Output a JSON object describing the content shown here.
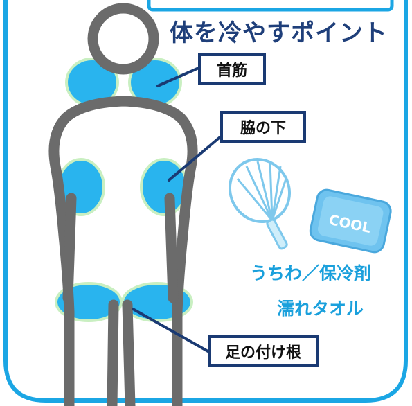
{
  "title": "体を冷やすポイント",
  "labels": {
    "neck": "首筋",
    "armpit": "脇の下",
    "groin": "足の付け根"
  },
  "tools": {
    "line1": "うちわ／保冷剤",
    "line2": "濡れタオル",
    "cool_pack_text": "COOL"
  },
  "colors": {
    "frame": "#1ba6e4",
    "body_outline": "#6b6b6b",
    "cooling_spot": "#29b4ee",
    "spot_rim": "#c9efc1",
    "label_border": "#1a3a73",
    "title": "#1f3f7a",
    "tool_text": "#1aa0dc",
    "fan": "#7ec8ec",
    "cool_pack": "#6fc3ef"
  },
  "icons": [
    "uchiwa-fan-icon",
    "cool-pack-icon"
  ]
}
